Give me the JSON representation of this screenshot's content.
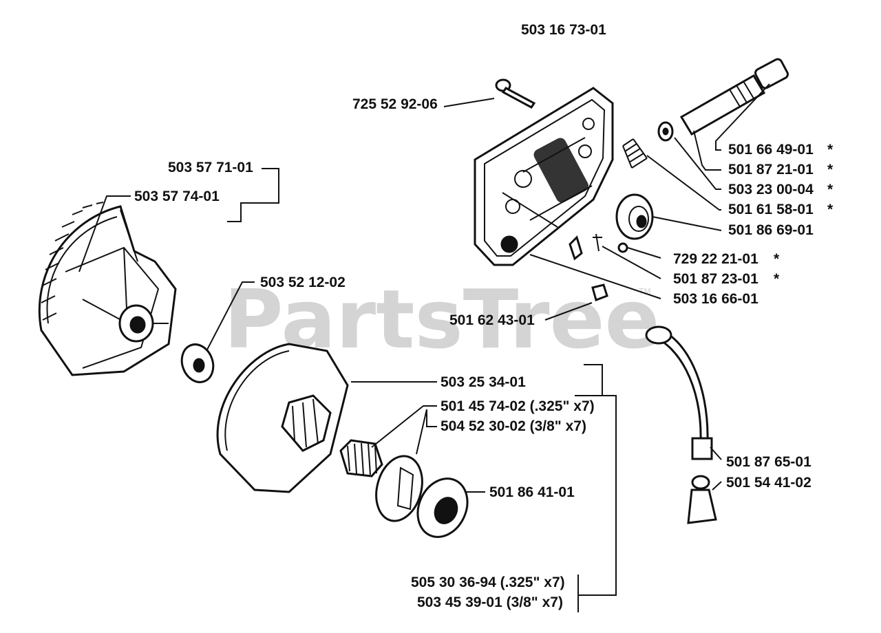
{
  "watermark": {
    "brand": "PartsTree",
    "tm": "TM"
  },
  "labels": {
    "p503167301": "503 16 73-01",
    "p725529206": "725 52 92-06",
    "p501664901": "501 66 49-01",
    "p501872101": "501 87 21-01",
    "p503230004": "503 23 00-04",
    "p501615801": "501 61 58-01",
    "p501866901": "501 86 69-01",
    "p729222101": "729 22 21-01",
    "p501872301": "501 87 23-01",
    "p503166601": "503 16 66-01",
    "p501624301": "501 62 43-01",
    "p503577101": "503 57 71-01",
    "p503577401": "503 57 74-01",
    "p503521202": "503 52 12-02",
    "p503253401": "503 25 34-01",
    "p501457402": "501 45 74-02 (.325\" x7)",
    "p504523002": "504 52 30-02 (3/8\" x7)",
    "p501864101": "501 86 41-01",
    "p501876501": "501 87 65-01",
    "p501544102": "501 54 41-02",
    "p505303694": "505 30 36-94 (.325\" x7)",
    "p503453901": "503 45 39-01 (3/8\" x7)"
  },
  "marks": {
    "asterisk": "*"
  }
}
